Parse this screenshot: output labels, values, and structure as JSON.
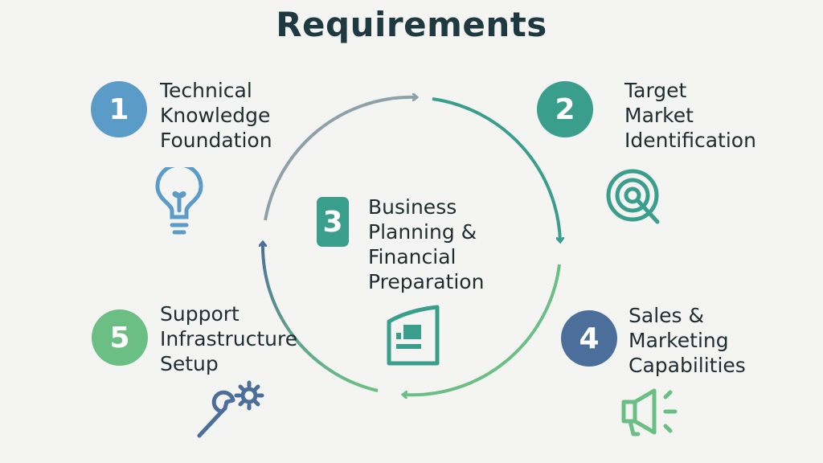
{
  "title": "Requirements",
  "colors": {
    "step1": "#5b9bc8",
    "step2": "#3a9e8c",
    "step3": "#3a9e8c",
    "step4": "#4b6f9a",
    "step5": "#6cbf84",
    "arc_gray": "#8fa1a8",
    "background": "#f4f5f2"
  },
  "steps": [
    {
      "number": "1",
      "lines": [
        "Technical",
        "Knowledge",
        "Foundation"
      ],
      "icon": "lightbulb-icon"
    },
    {
      "number": "2",
      "lines": [
        "Target",
        "Market",
        "Identification"
      ],
      "icon": "target-icon"
    },
    {
      "number": "3",
      "lines": [
        "Business",
        "Planning &",
        "Financial",
        "Preparation"
      ],
      "icon": "chart-document-icon"
    },
    {
      "number": "4",
      "lines": [
        "Sales &",
        "Marketing",
        "Capabilities"
      ],
      "icon": "megaphone-icon"
    },
    {
      "number": "5",
      "lines": [
        "Support",
        "Infrastructure",
        "Setup"
      ],
      "icon": "wrench-gear-icon"
    }
  ]
}
